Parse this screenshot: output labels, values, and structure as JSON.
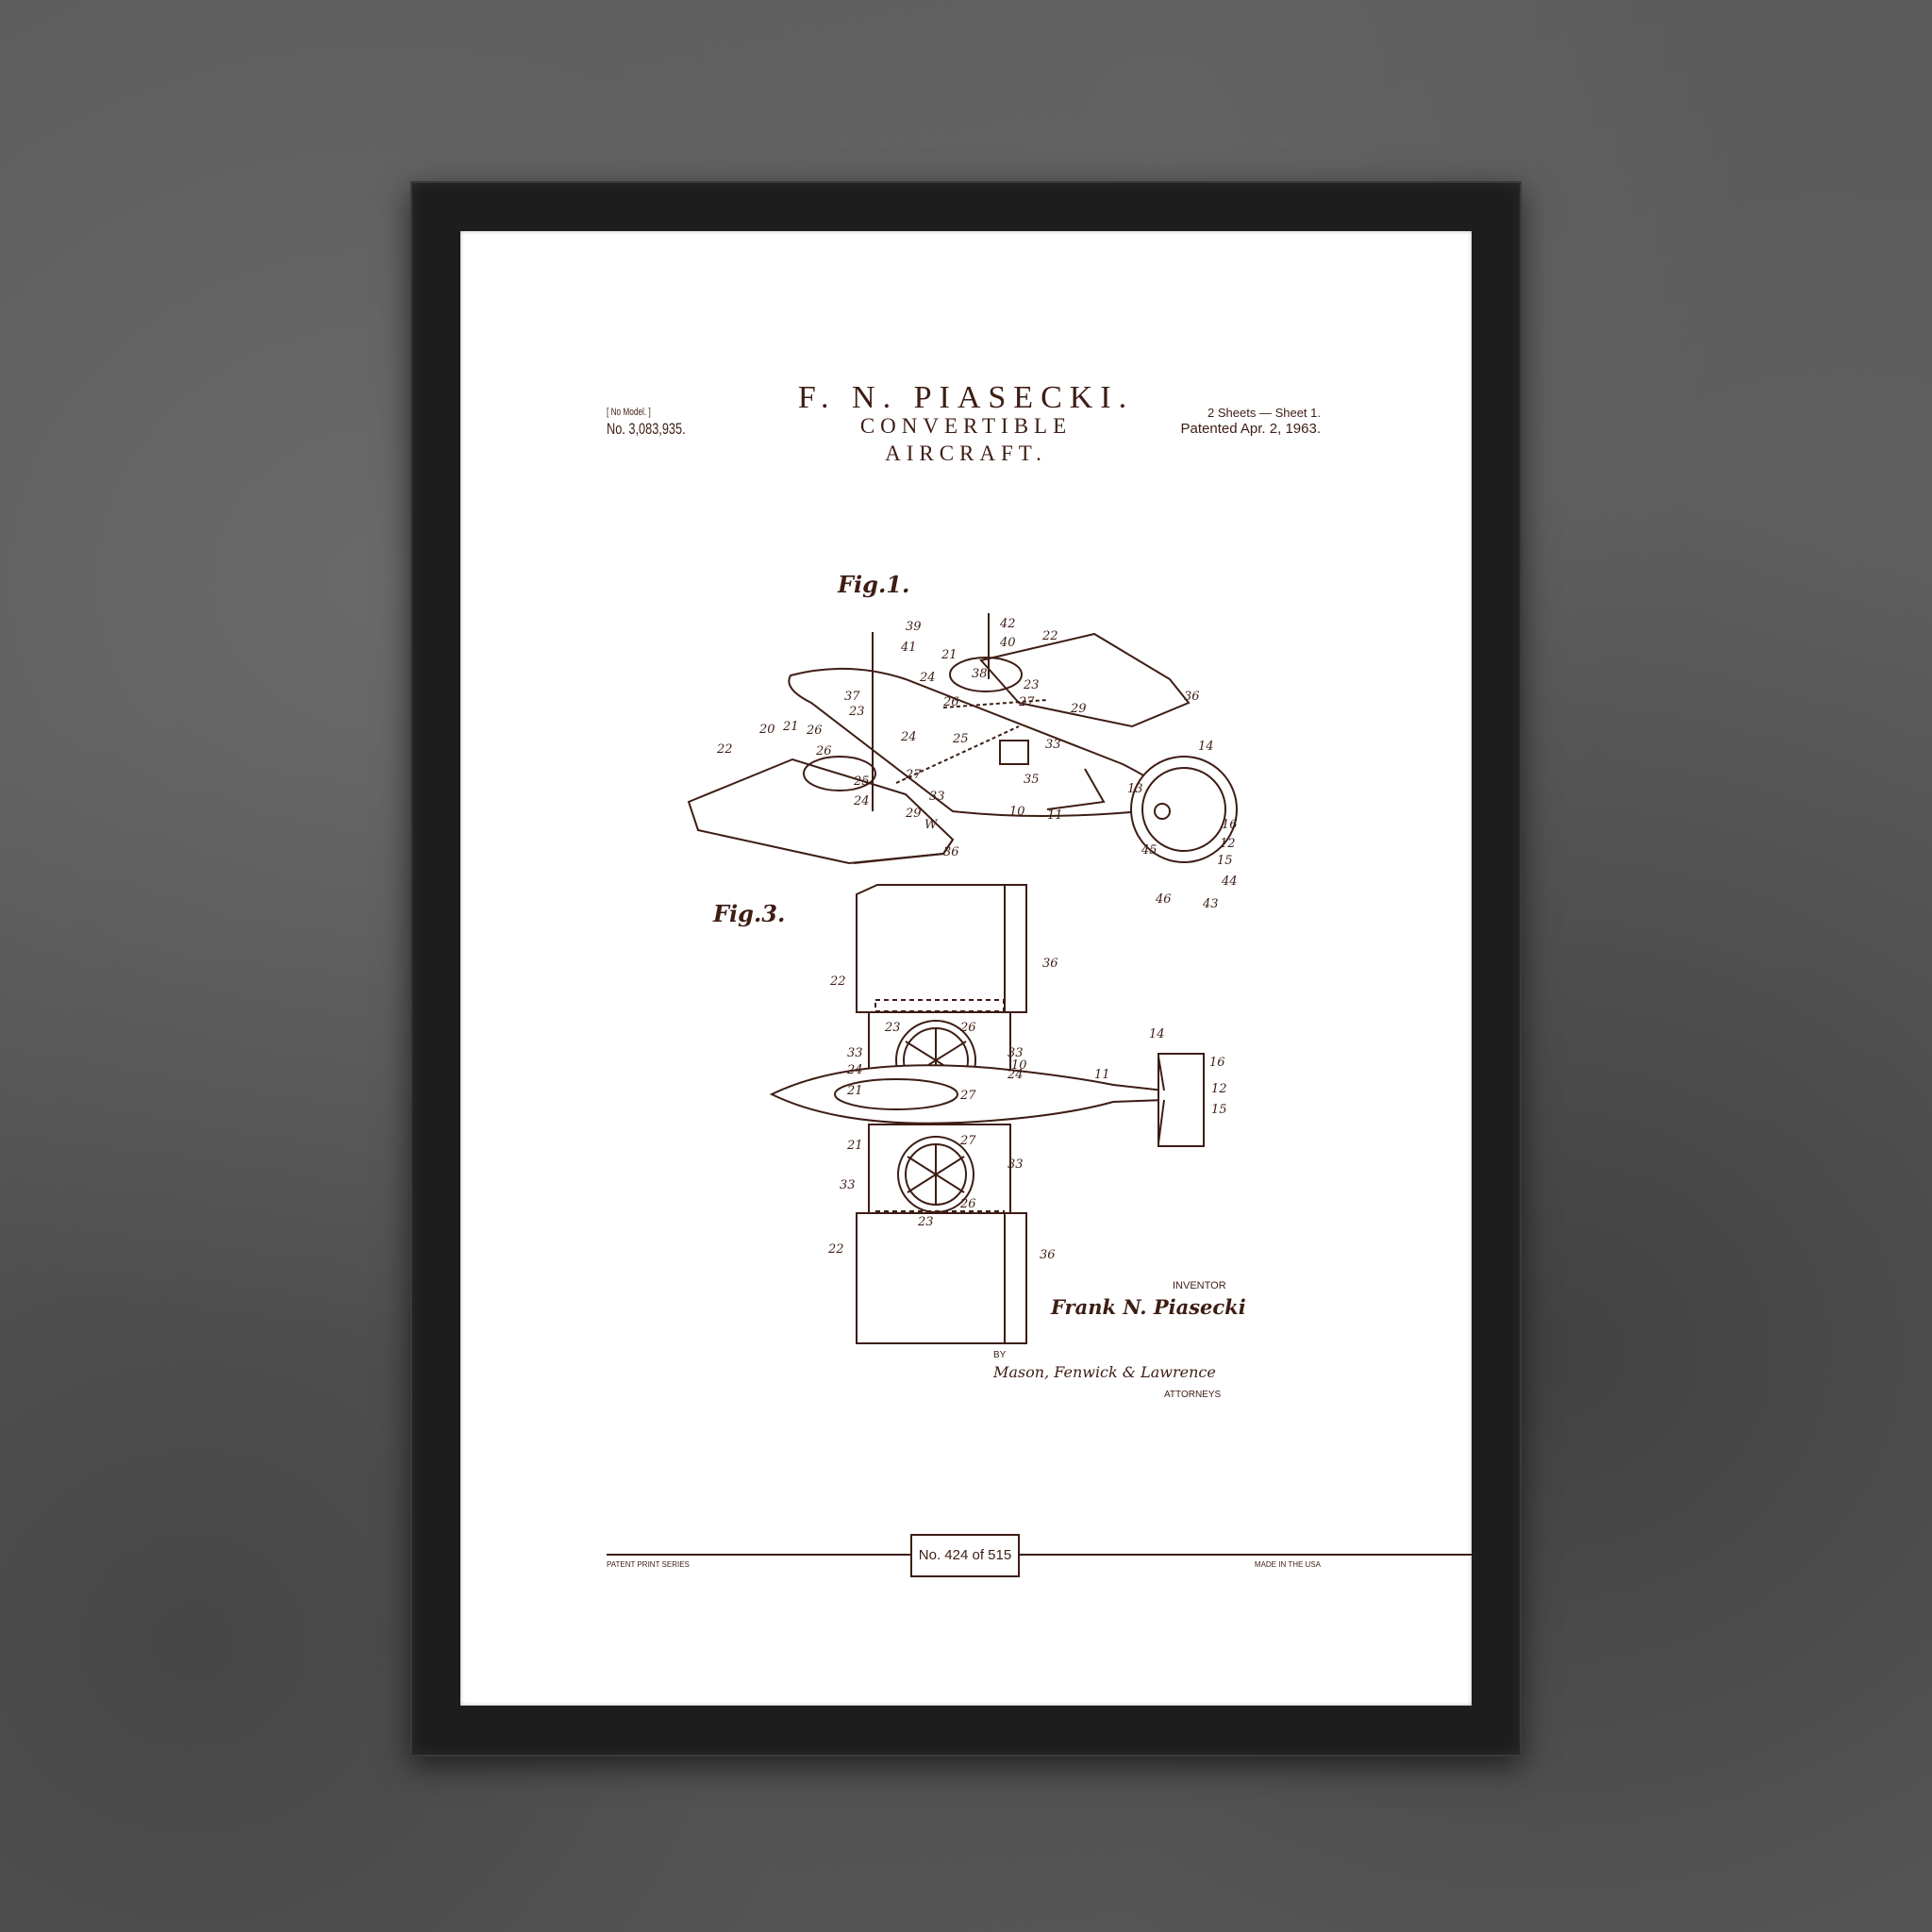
{
  "header": {
    "title": "F. N. PIASECKI.",
    "subtitle_1": "CONVERTIBLE",
    "subtitle_2": "AIRCRAFT.",
    "model": "[ No Model. ]",
    "patent_no": "No. 3,083,935.",
    "sheets": "2 Sheets — Sheet 1.",
    "patented": "Patented Apr. 2, 1963."
  },
  "figures": {
    "fig1_label": "Fig.1.",
    "fig3_label": "Fig.3.",
    "fig1_refs": [
      "39",
      "41",
      "42",
      "40",
      "22",
      "21",
      "24",
      "38",
      "23",
      "27",
      "29",
      "36",
      "37",
      "23",
      "26",
      "26",
      "33",
      "14",
      "20",
      "21",
      "26",
      "24",
      "25",
      "22",
      "35",
      "25",
      "27",
      "33",
      "10",
      "11",
      "13",
      "16",
      "12",
      "24",
      "29",
      "W",
      "45",
      "15",
      "44",
      "46",
      "43",
      "36"
    ],
    "fig3_refs": [
      "22",
      "36",
      "23",
      "26",
      "33",
      "33",
      "24",
      "24",
      "21",
      "27",
      "10",
      "11",
      "14",
      "16",
      "12",
      "15",
      "27",
      "21",
      "33",
      "33",
      "26",
      "23",
      "22",
      "36"
    ]
  },
  "signature": {
    "inventor_label": "INVENTOR",
    "inventor_name": "Frank N. Piasecki",
    "by": "BY",
    "attorneys_name": "Mason, Fenwick & Lawrence",
    "attorneys_label": "ATTORNEYS"
  },
  "footer": {
    "left": "PATENT PRINT SERIES",
    "edition": "No. 424 of 515",
    "right": "MADE IN THE USA"
  },
  "colors": {
    "ink": "#3d1d14",
    "frame": "#1d1d1d",
    "wall": "#5b5b5b"
  }
}
